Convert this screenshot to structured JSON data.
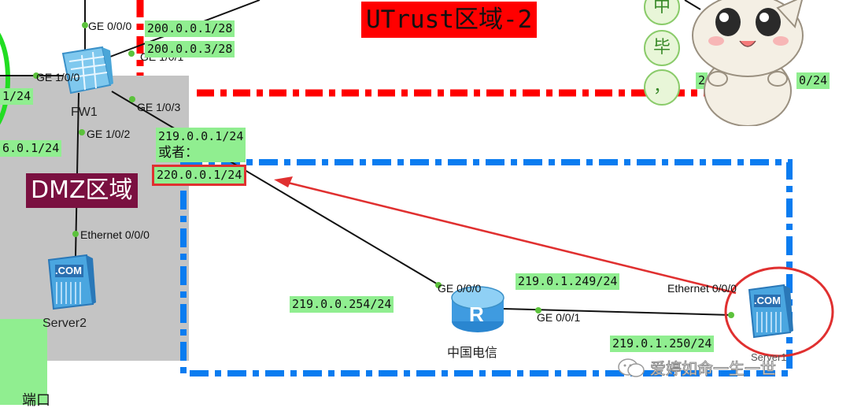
{
  "zones": {
    "untrust_title": "UTrust区域-2",
    "dmz_title": "DMZ区域"
  },
  "devices": {
    "fw1": "FW1",
    "server2": "Server2",
    "router": "中国电信",
    "router_letter": "R",
    "server_com": ".COM",
    "server_right_label": "Server1"
  },
  "ports": {
    "ge000_top": "GE 0/0/0",
    "ge101": "GE 1/0/1",
    "ge100": "GE 1/0/0",
    "ge103": "GE 1/0/3",
    "ge102": "GE 1/0/2",
    "eth000_server2": "Ethernet 0/0/0",
    "ge000_router": "GE 0/0/0",
    "ge001_router": "GE 0/0/1",
    "eth000_server": "Ethernet 0/0/0"
  },
  "ips": {
    "ip_200_1": "200.0.0.1/28",
    "ip_200_3": "200.0.0.3/28",
    "ip_left_1": "1/24",
    "ip_left_2": "6.0.1/24",
    "ip_219_1": "219.0.0.1/24",
    "or_text": "或者：",
    "ip_220_1": "220.0.0.1/24",
    "ip_219_254": "219.0.0.254/24",
    "ip_219_249": "219.0.1.249/24",
    "ip_219_250": "219.0.1.250/24",
    "ip_top_right_a": "2",
    "ip_top_right_b": "0/24"
  },
  "misc": {
    "bottom_left_text": "端口",
    "watermark": "爱婷如命一生一世",
    "sticker_chars": [
      "中",
      "毕",
      "，"
    ]
  },
  "colors": {
    "untrust_border": "#ff0000",
    "dmz_area": "#c0c0c0",
    "blue_zone": "#0a7cf0",
    "ip_bg": "#90ee90",
    "highlight": "#e03030"
  }
}
